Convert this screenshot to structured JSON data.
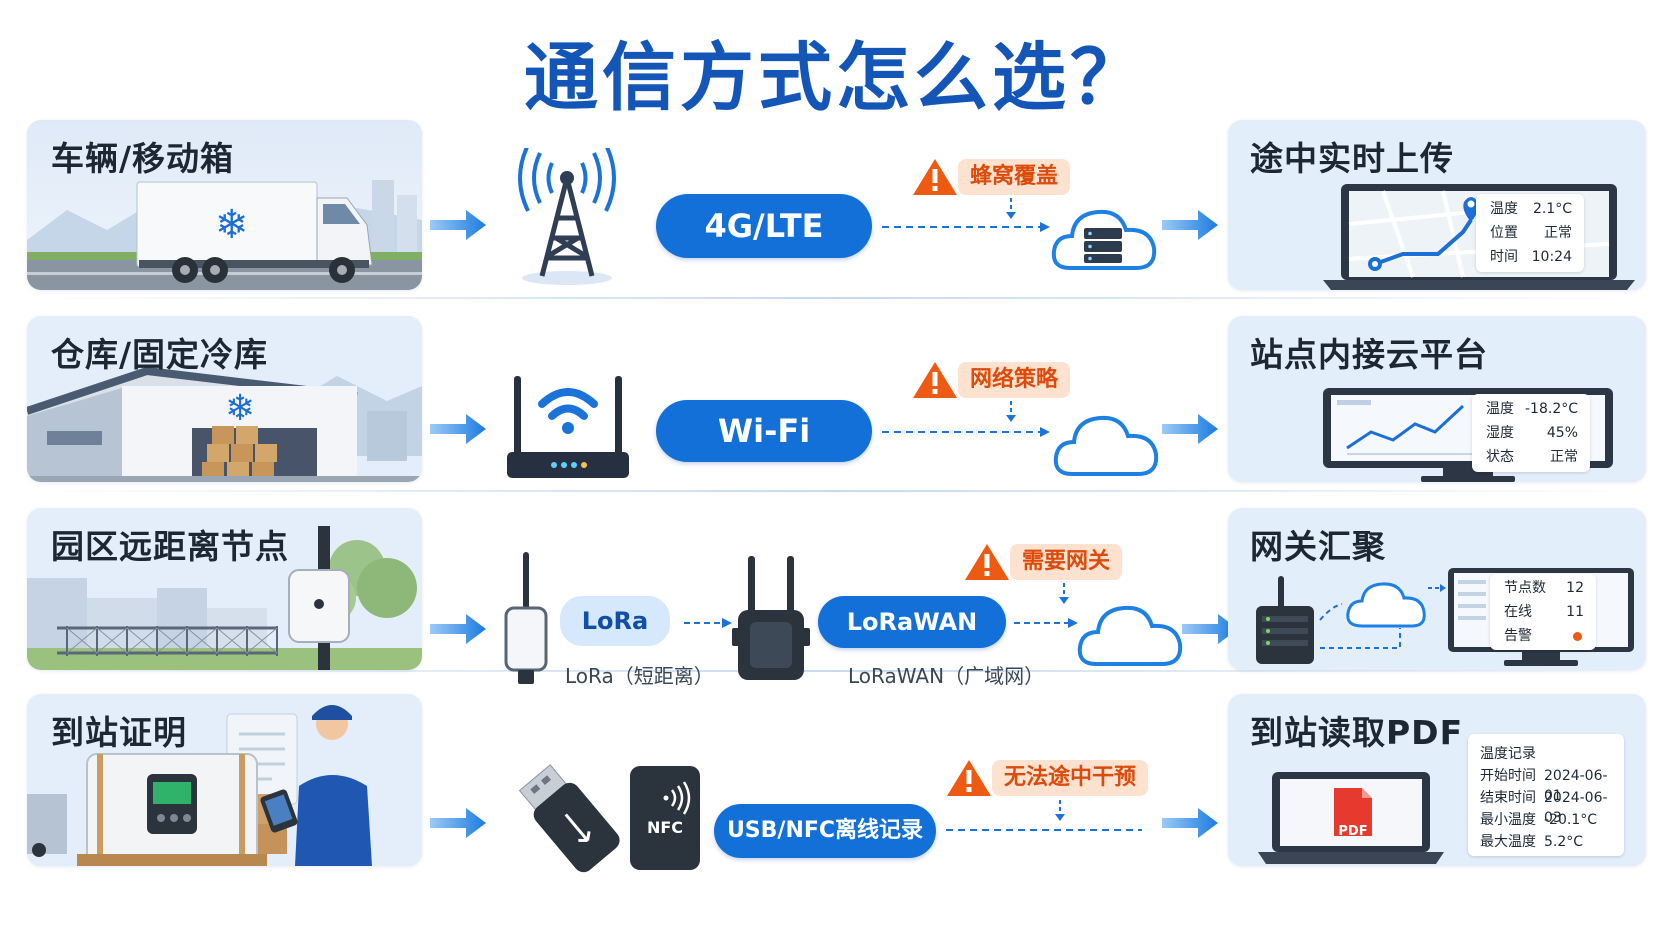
{
  "title": "通信方式怎么选？",
  "colors": {
    "accent": "#1270d8",
    "title": "#1456b8",
    "warning": "#dd4b0c",
    "warning_bg": "#fde2cf",
    "panel": "#e3eefb"
  },
  "rows": [
    {
      "scene": "车辆/移动箱",
      "tech": "4G/LTE",
      "warning": "蜂窝覆盖",
      "result": "途中实时上传",
      "screen": [
        {
          "k": "温度",
          "v": "2.1°C"
        },
        {
          "k": "位置",
          "v": "正常"
        },
        {
          "k": "时间",
          "v": "10:24"
        }
      ]
    },
    {
      "scene": "仓库/固定冷库",
      "tech": "Wi-Fi",
      "warning": "网络策略",
      "result": "站点内接云平台",
      "screen": [
        {
          "k": "温度",
          "v": "-18.2°C"
        },
        {
          "k": "湿度",
          "v": "45%"
        },
        {
          "k": "状态",
          "v": "正常"
        }
      ]
    },
    {
      "scene": "园区远距离节点",
      "tech_short": "LoRa",
      "tech_short_sub": "LoRa（短距离）",
      "tech": "LoRaWAN",
      "tech_sub": "LoRaWAN（广域网）",
      "warning": "需要网关",
      "result": "网关汇聚",
      "screen": [
        {
          "k": "节点数",
          "v": "12"
        },
        {
          "k": "在线",
          "v": "11"
        },
        {
          "k": "告警",
          "v": ""
        }
      ]
    },
    {
      "scene": "到站证明",
      "nfc_label": "NFC",
      "tech": "USB/NFC离线记录",
      "warning": "无法途中干预",
      "result": "到站读取PDF",
      "pdf_label": "PDF",
      "record": {
        "title": "温度记录",
        "rows": [
          {
            "k": "开始时间",
            "v": "2024-06-01"
          },
          {
            "k": "结束时间",
            "v": "2024-06-03"
          },
          {
            "k": "最小温度",
            "v": "-20.1°C"
          },
          {
            "k": "最大温度",
            "v": "5.2°C"
          }
        ]
      }
    }
  ]
}
